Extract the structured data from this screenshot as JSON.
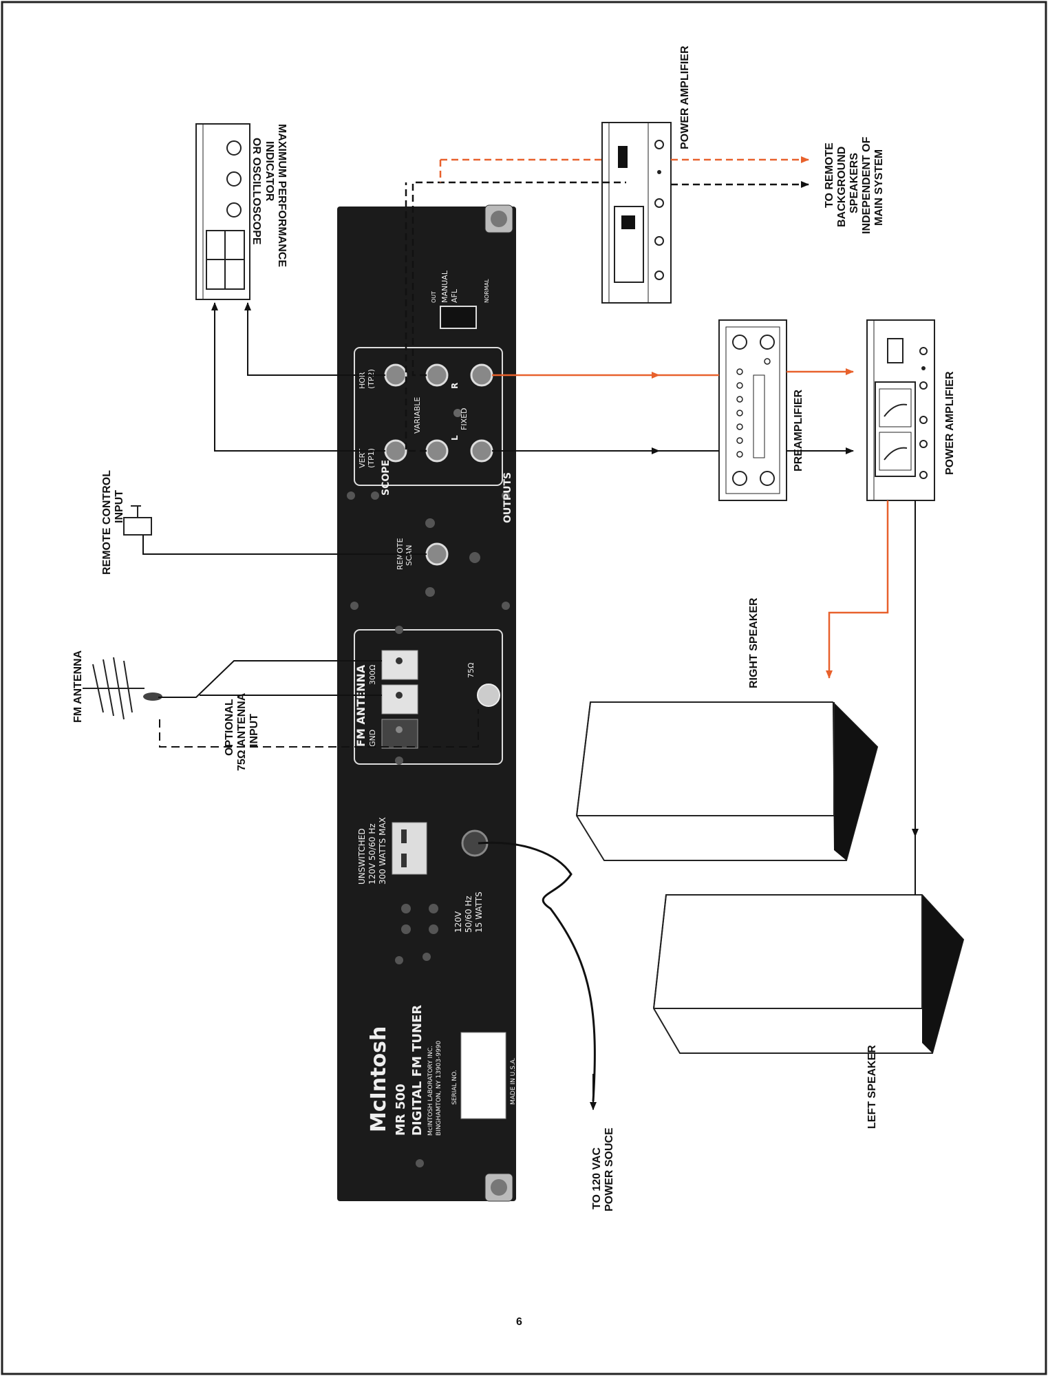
{
  "page": {
    "number": "6",
    "border_color": "#222222",
    "background": "#ffffff"
  },
  "colors": {
    "orange_wire": "#e8612c",
    "black_wire": "#111111",
    "panel": "#1b1b1b"
  },
  "tuner_panel": {
    "brand": "McIntosh",
    "model": "MR 500",
    "product": "DIGITAL FM TUNER",
    "maker_line1": "McINTOSH LABORATORY INC.",
    "maker_line2": "BINGHAMTON, NY 13903-9990",
    "serial_label": "SERIAL NO.",
    "made_in": "MADE IN U.S.A.",
    "ac_outlet_label": [
      "UNSWITCHED",
      "120V  50/60 Hz",
      "300 WATTS MAX"
    ],
    "power_rating": [
      "120V",
      "50/60 Hz",
      "15 WATTS"
    ],
    "antenna_section": "FM ANTENNA",
    "gnd": "GND",
    "ohm300": "300Ω",
    "ohm75": "75Ω",
    "remote_scan": [
      "REMOTE",
      "SCAN"
    ],
    "outputs": "OUTPUTS",
    "scope": "SCOPE",
    "vert": [
      "VERT",
      "(TP1)"
    ],
    "hor": [
      "HOR",
      "(TP2)"
    ],
    "variable": "VARIABLE",
    "fixed": "FIXED",
    "left": "L",
    "right": "R",
    "afl_switch": [
      "OUT",
      "MANUAL",
      "AFL",
      "NORMAL"
    ]
  },
  "labels": {
    "max_perf": [
      "MAXIMUM PERFORMANCE",
      "INDICATOR",
      "OR OSCILLOSCOPE"
    ],
    "power_amp_top": "POWER AMPLIFIER",
    "remote_bg": [
      "TO REMOTE",
      "BACKGROUND",
      "SPEAKERS",
      "INDEPENDENT OF",
      "MAIN SYSTEM"
    ],
    "remote_control": [
      "REMOTE CONTROL",
      "INPUT"
    ],
    "preamp": "PREAMPLIFIER",
    "power_amp_main": "POWER AMPLIFIER",
    "fm_antenna": "FM ANTENNA",
    "optional_antenna": [
      "OPTIONAL",
      "75Ω ANTENNA",
      "INPUT"
    ],
    "right_speaker": "RIGHT SPEAKER",
    "left_speaker": "LEFT SPEAKER",
    "power_source": [
      "TO 120 VAC",
      "POWER SOUCE"
    ]
  }
}
